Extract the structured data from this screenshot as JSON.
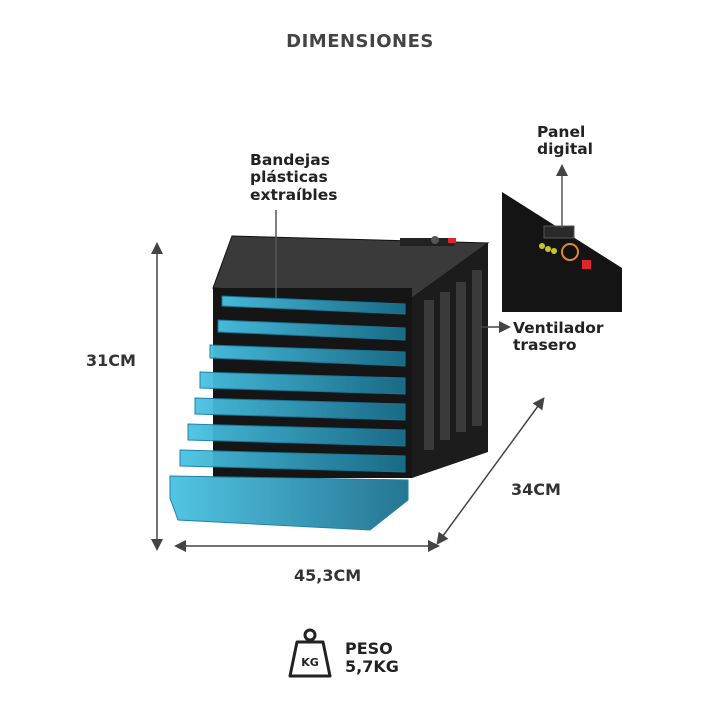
{
  "title": "DIMENSIONES",
  "callouts": {
    "trays": [
      "Bandejas",
      "plásticas",
      "extraíbles"
    ],
    "panel": [
      "Panel",
      "digital"
    ],
    "fan": [
      "Ventilador",
      "trasero"
    ]
  },
  "dimensions": {
    "height": "31CM",
    "width": "45,3CM",
    "depth": "34CM"
  },
  "weight": {
    "icon_text": "KG",
    "label": "PESO",
    "value": "5,7KG"
  },
  "colors": {
    "tray": "#3fb3d6",
    "body": "#1a1a1a",
    "line": "#444444",
    "power": "#e0262b"
  }
}
